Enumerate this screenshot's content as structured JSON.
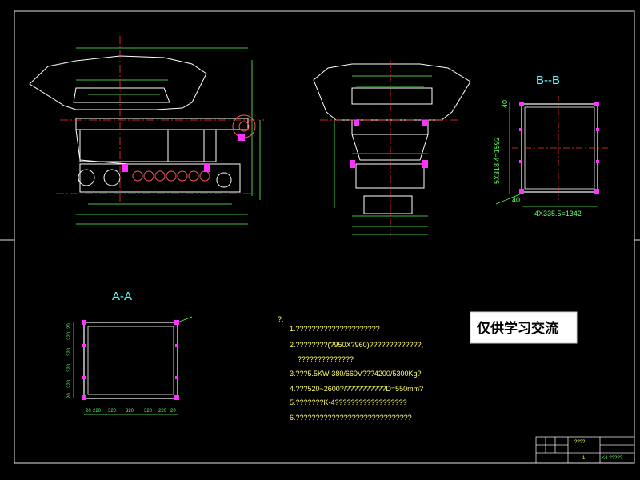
{
  "views": {
    "section_aa": "A-A",
    "section_bb": "B--B"
  },
  "dimensions": {
    "bb_side": "5X318.4=1592",
    "bb_bottom": "4X335.5=1342",
    "bb_top_offset": "40",
    "bb_bottom_offset": "40",
    "aa_bottom": [
      "20",
      "220",
      "320",
      "320",
      "320",
      "220",
      "20"
    ],
    "aa_left": [
      "20",
      "220",
      "320",
      "320",
      "220",
      "20"
    ]
  },
  "notes": {
    "header": "?:",
    "items": [
      "1.?????????????????????",
      "2.????????(?950X?960)?????????????,",
      "??????????????",
      "3.???5.5KW-380/660V???4200/5300Kg?",
      "4.???520~2600?/??????????D=550mm?",
      "5.???????K-4??????????????????",
      "6.?????????????????????????????"
    ]
  },
  "watermark": "仅供学习交流",
  "title_block": {
    "name": "????",
    "sheet": "1",
    "code": "K4-?????"
  }
}
